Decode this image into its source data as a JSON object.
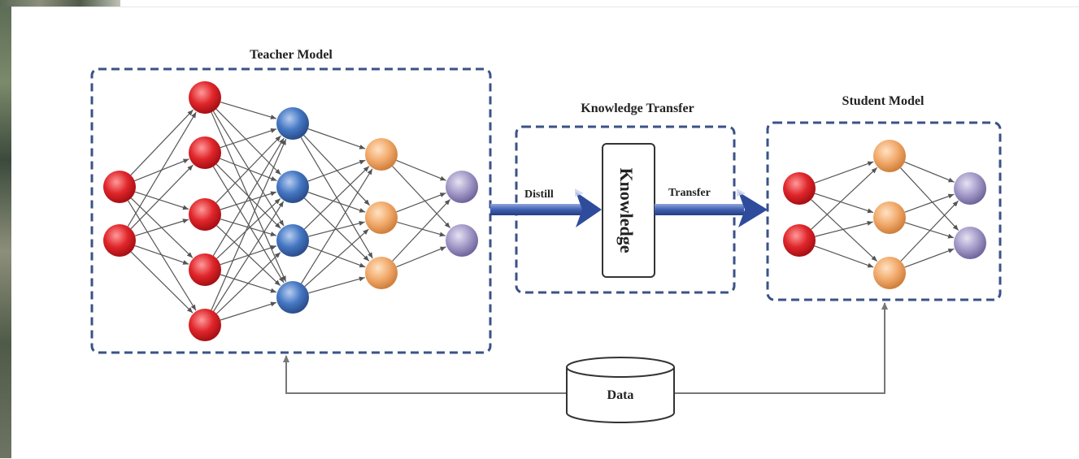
{
  "teacher": {
    "title": "Teacher Model"
  },
  "transfer": {
    "title": "Knowledge Transfer",
    "distill_label": "Distill",
    "box_label": "Knowledge",
    "transfer_label": "Transfer"
  },
  "student": {
    "title": "Student Model"
  },
  "data": {
    "label": "Data"
  },
  "colors": {
    "dash_border": "#3b5287",
    "arrow_blue": "#3f5fb0",
    "red_node": "#e0262b",
    "blue_node": "#4577c3",
    "orange_node": "#f2ab6d",
    "purple_node": "#a59cc9",
    "edge": "#555555"
  }
}
